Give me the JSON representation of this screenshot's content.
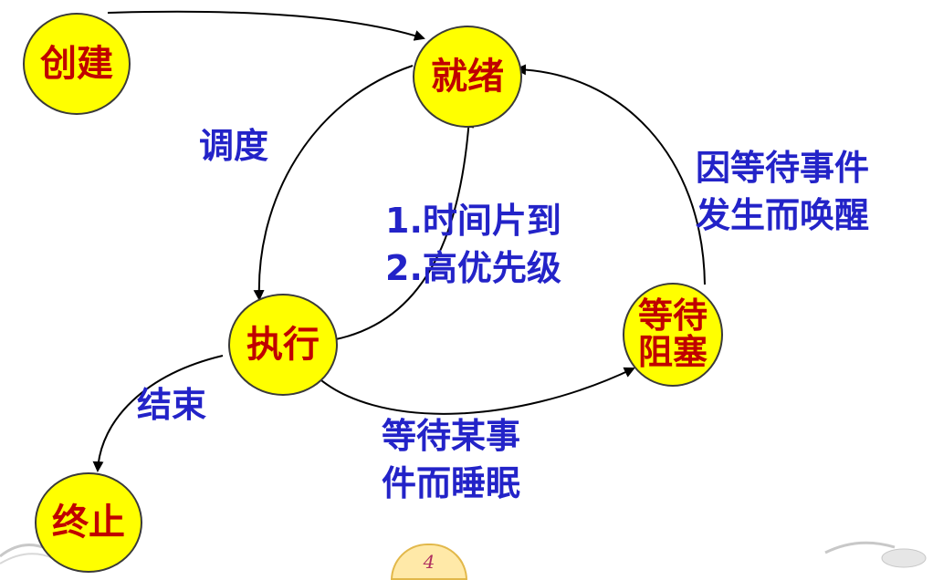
{
  "colors": {
    "node_fill": "#ffff00",
    "node_text": "#c00000",
    "label_text": "#2323c8",
    "arrow": "#000000"
  },
  "nodes": {
    "create": "创建",
    "ready": "就绪",
    "run": "执行",
    "blocked_line1": "等待",
    "blocked_line2": "阻塞",
    "terminate": "终止"
  },
  "edges": {
    "dispatch": "调度",
    "preempt_line1": "1.时间片到",
    "preempt_line2": "2.高优先级",
    "wakeup_line1": "因等待事件",
    "wakeup_line2": "发生而唤醒",
    "sleep_line1": "等待某事",
    "sleep_line2": "件而睡眠",
    "finish": "结束"
  },
  "footer": {
    "page_number": "4"
  }
}
